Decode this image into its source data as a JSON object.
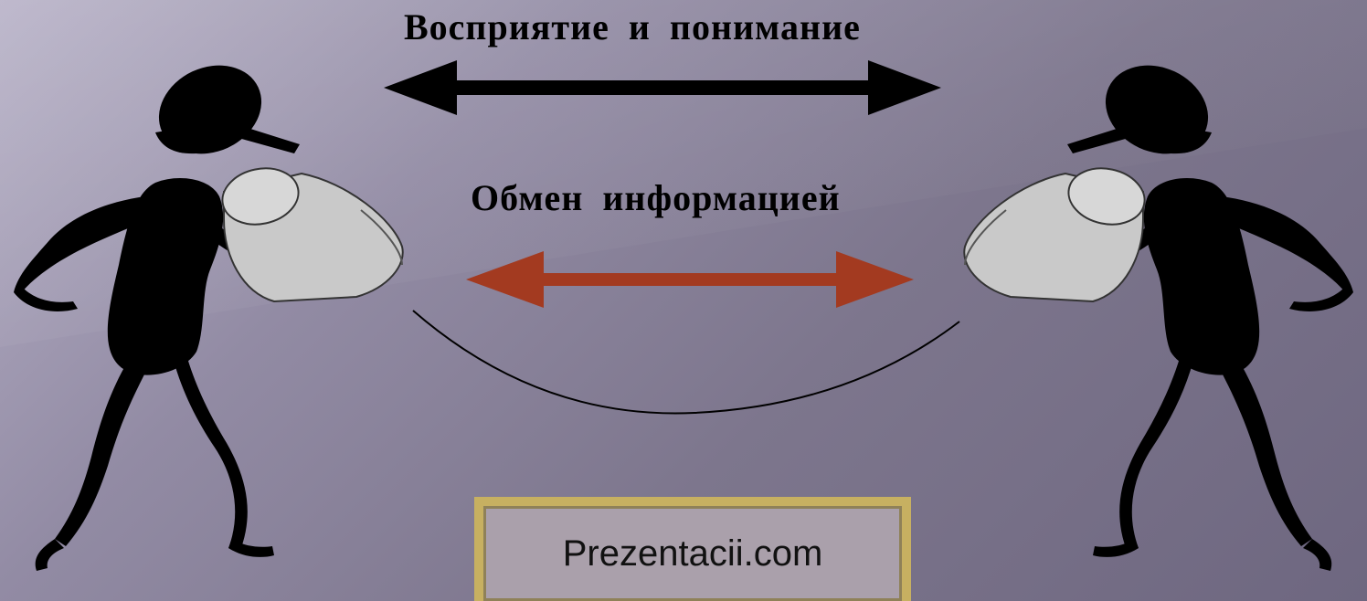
{
  "labels": {
    "top": "Восприятие и понимание",
    "middle": "Обмен информацией"
  },
  "watermark": {
    "text": "Prezentacii.com"
  },
  "colors": {
    "top_arrow": "#000000",
    "middle_arrow": "#a33a20",
    "arc": "#000000",
    "figure": "#000000",
    "tube": "#c9c9c9",
    "badge_frame": "#c7b061"
  },
  "icons": {
    "left_figure": "stick-figure-with-tube",
    "right_figure": "stick-figure-with-tube"
  }
}
